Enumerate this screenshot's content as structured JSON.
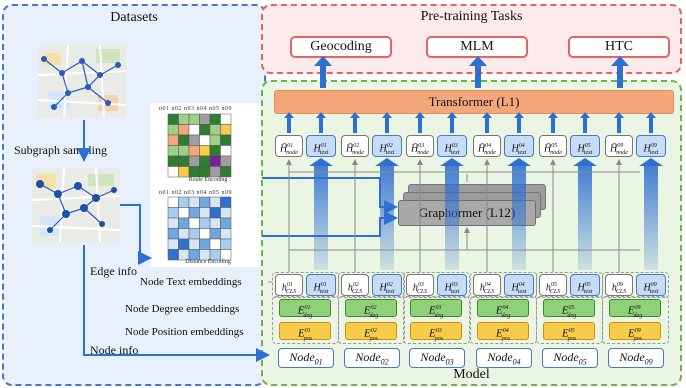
{
  "datasets": {
    "title": "Datasets",
    "subgraph_label": "Subgraph  sampling",
    "edge_info_label": "Edge info",
    "node_info_label": "Node info",
    "route_caption": "Route Encoding",
    "distance_caption": "Distance Encoding",
    "matrix_header": "n01 n02 n03 n04 n05 n09"
  },
  "pretraining": {
    "title": "Pre-training Tasks",
    "tasks": [
      "Geocoding",
      "MLM",
      "HTC"
    ]
  },
  "model": {
    "title": "Model",
    "transformer_label": "Transformer (L1)",
    "graphormer_label": "Graphormer (L12)",
    "row_labels": {
      "text_embeddings": "Node Text embeddings",
      "degree_embeddings": "Node Degree embeddings",
      "position_embeddings": "Node Position embeddings"
    },
    "ids": [
      "01",
      "02",
      "03",
      "04",
      "05",
      "09"
    ],
    "node_prefix": "Node",
    "top_node_symbol": "H̄",
    "text_symbol": "H",
    "cls_symbol": "h",
    "deg_symbol": "E",
    "pos_symbol": "E"
  },
  "colors": {
    "datasets_border": "#4a78c8",
    "pretrain_border": "#e06565",
    "model_border": "#6fb050",
    "transformer_fill": "#f4a77b",
    "degree_fill": "#8fd179",
    "position_fill": "#f8cb4a",
    "text_fill": "#c7dcf6",
    "arrow_blue": "#2f6fd0"
  },
  "route_matrix": [
    [
      "#2e7d32",
      "#9fd08a",
      "#9fd08a",
      "#9e9e9e",
      "#2e7d32",
      "#ffffff"
    ],
    [
      "#9fd08a",
      "#f4a77b",
      "#ffffff",
      "#2e7d32",
      "#9fd08a",
      "#f8cb4a"
    ],
    [
      "#f4a77b",
      "#2e7d32",
      "#9e9e9e",
      "#ffffff",
      "#9fd08a",
      "#2e7d32"
    ],
    [
      "#9fd08a",
      "#9fd08a",
      "#f4a77b",
      "#f8cb4a",
      "#2e7d32",
      "#ffffff"
    ],
    [
      "#2e7d32",
      "#2e7d32",
      "#9e9e9e",
      "#2e7d32",
      "#7b1fa2",
      "#9e9e9e"
    ],
    [
      "#ffffff",
      "#f8cb4a",
      "#2e7d32",
      "#2e7d32",
      "#9e9e9e",
      "#2e7d32"
    ]
  ],
  "distance_matrix": [
    [
      1,
      3,
      2,
      4,
      2,
      5
    ],
    [
      3,
      1,
      4,
      2,
      5,
      2
    ],
    [
      2,
      4,
      1,
      3,
      2,
      4
    ],
    [
      4,
      2,
      3,
      1,
      4,
      2
    ],
    [
      2,
      5,
      2,
      4,
      1,
      3
    ],
    [
      5,
      2,
      4,
      2,
      3,
      1
    ]
  ]
}
